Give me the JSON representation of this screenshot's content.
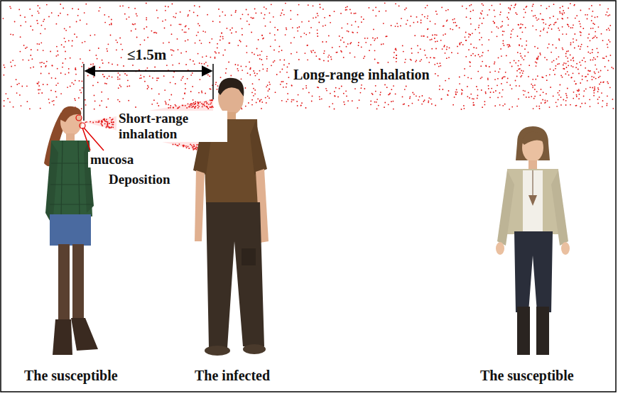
{
  "diagram": {
    "labels": [
      "≤1.5m",
      "Long-range inhalation",
      "Short-range inhalation",
      "mucosa",
      "Deposition",
      "The susceptible",
      "The infected",
      "The susceptible"
    ]
  }
}
